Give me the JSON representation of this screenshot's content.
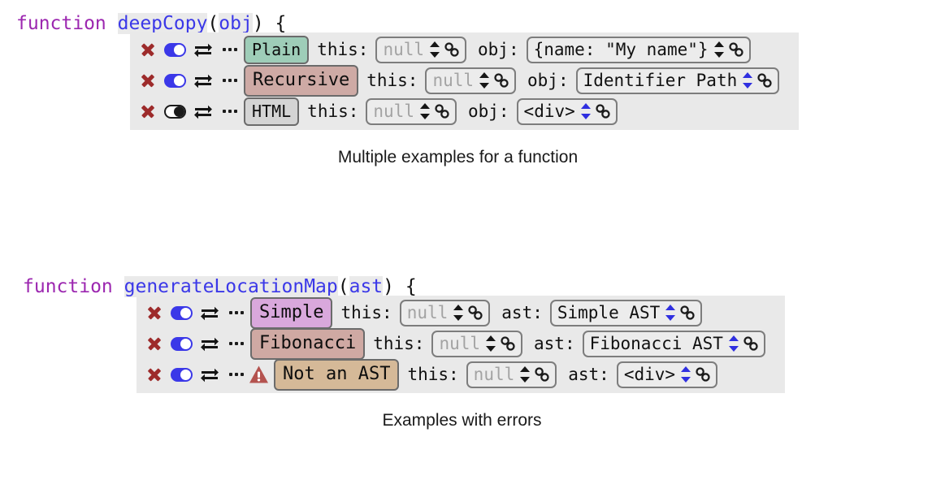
{
  "theme": {
    "panel_bg": "#e9e9e9",
    "keyword_color": "#9c27b0",
    "identifier_color": "#3b38e8",
    "delete_icon_color": "#9d2b2b",
    "toggle_on_color": "#3b38e8",
    "warning_color": "#b4534f",
    "spinner_active_color": "#2f2fe0"
  },
  "figures": [
    {
      "id": "figure-1",
      "signature": {
        "keyword": "function",
        "name": "deepCopy",
        "open_paren": "(",
        "params": "obj",
        "close_paren": ") {"
      },
      "rows": [
        {
          "delete_icon": "close-x-icon",
          "toggle_icon": "toggle-switch-icon",
          "toggle_state": "on",
          "swap_icon": "swap-arrows-icon",
          "more_icon": "ellipsis-icon",
          "warning_icon": null,
          "chip": "Plain",
          "chip_color": "#9ecdb8",
          "chip_size": "sm",
          "args": [
            {
              "label": "this:",
              "value": "null",
              "placeholder": true,
              "spinner": "black",
              "chain_icon": "chain-link-icon"
            },
            {
              "label": "obj:",
              "value": "{name: \"My name\"}",
              "placeholder": false,
              "spinner": "black",
              "chain_icon": "chain-link-icon"
            }
          ]
        },
        {
          "delete_icon": "close-x-icon",
          "toggle_icon": "toggle-switch-icon",
          "toggle_state": "on",
          "swap_icon": "swap-arrows-icon",
          "more_icon": "ellipsis-icon",
          "warning_icon": null,
          "chip": "Recursive",
          "chip_color": "#ceaaa5",
          "chip_size": "lg",
          "args": [
            {
              "label": "this:",
              "value": "null",
              "placeholder": true,
              "spinner": "black",
              "chain_icon": "chain-link-icon"
            },
            {
              "label": "obj:",
              "value": "Identifier Path",
              "placeholder": false,
              "spinner": "blue",
              "chain_icon": "chain-link-icon"
            }
          ]
        },
        {
          "delete_icon": "close-x-icon",
          "toggle_icon": "toggle-switch-icon",
          "toggle_state": "off",
          "swap_icon": "swap-arrows-icon",
          "more_icon": "ellipsis-icon",
          "warning_icon": null,
          "chip": "HTML",
          "chip_color": "#d4d4d4",
          "chip_size": "sm",
          "args": [
            {
              "label": "this:",
              "value": "null",
              "placeholder": true,
              "spinner": "black",
              "chain_icon": "chain-link-icon"
            },
            {
              "label": "obj:",
              "value": "<div>",
              "placeholder": false,
              "spinner": "blue",
              "chain_icon": "chain-link-icon"
            }
          ]
        }
      ],
      "caption": "Multiple examples for a function"
    },
    {
      "id": "figure-2",
      "signature": {
        "keyword": "function",
        "name": "generateLocationMap",
        "open_paren": "(",
        "params": "ast",
        "close_paren": ") {"
      },
      "rows": [
        {
          "delete_icon": "close-x-icon",
          "toggle_icon": "toggle-switch-icon",
          "toggle_state": "on",
          "swap_icon": "swap-arrows-icon",
          "more_icon": "ellipsis-icon",
          "warning_icon": null,
          "chip": "Simple",
          "chip_color": "#d9a8dc",
          "chip_size": "lg",
          "args": [
            {
              "label": "this:",
              "value": "null",
              "placeholder": true,
              "spinner": "black",
              "chain_icon": "chain-link-icon"
            },
            {
              "label": "ast:",
              "value": "Simple AST",
              "placeholder": false,
              "spinner": "blue",
              "chain_icon": "chain-link-icon"
            }
          ]
        },
        {
          "delete_icon": "close-x-icon",
          "toggle_icon": "toggle-switch-icon",
          "toggle_state": "on",
          "swap_icon": "swap-arrows-icon",
          "more_icon": "ellipsis-icon",
          "warning_icon": null,
          "chip": "Fibonacci",
          "chip_color": "#cfa9a3",
          "chip_size": "lg",
          "args": [
            {
              "label": "this:",
              "value": "null",
              "placeholder": true,
              "spinner": "black",
              "chain_icon": "chain-link-icon"
            },
            {
              "label": "ast:",
              "value": "Fibonacci AST",
              "placeholder": false,
              "spinner": "blue",
              "chain_icon": "chain-link-icon"
            }
          ]
        },
        {
          "delete_icon": "close-x-icon",
          "toggle_icon": "toggle-switch-icon",
          "toggle_state": "on",
          "swap_icon": "swap-arrows-icon",
          "more_icon": "ellipsis-icon",
          "warning_icon": "warning-triangle-icon",
          "chip": "Not an AST",
          "chip_color": "#d5b998",
          "chip_size": "lg",
          "args": [
            {
              "label": "this:",
              "value": "null",
              "placeholder": true,
              "spinner": "black",
              "chain_icon": "chain-link-icon"
            },
            {
              "label": "ast:",
              "value": "<div>",
              "placeholder": false,
              "spinner": "blue",
              "chain_icon": "chain-link-icon"
            }
          ]
        }
      ],
      "caption": "Examples with errors"
    }
  ]
}
